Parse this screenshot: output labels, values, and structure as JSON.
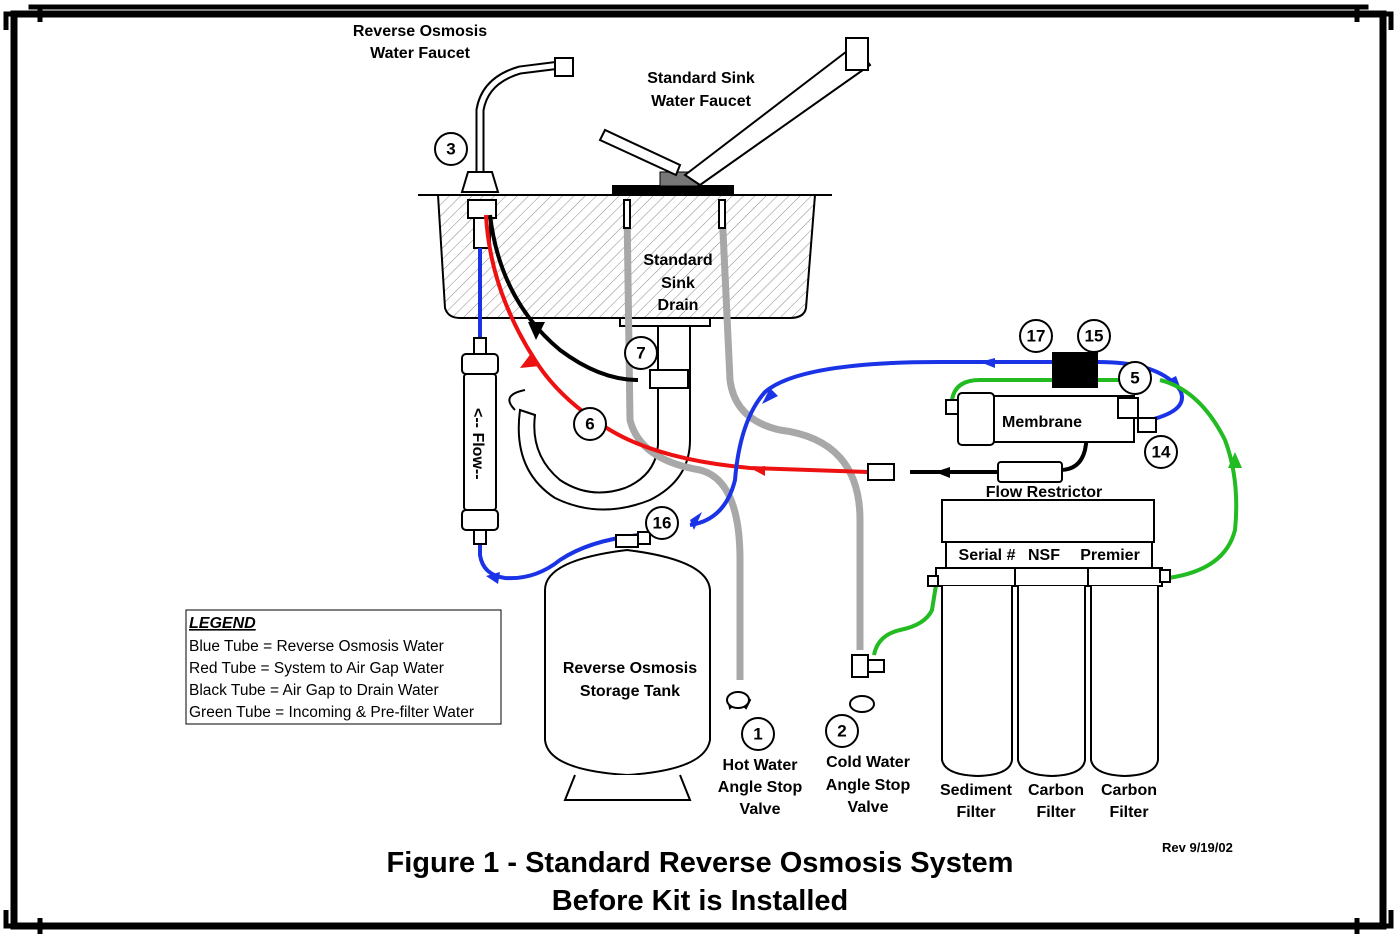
{
  "labels": {
    "ro_faucet_line1": "Reverse Osmosis",
    "ro_faucet_line2": "Water Faucet",
    "sink_faucet_line1": "Standard Sink",
    "sink_faucet_line2": "Water Faucet",
    "drain_line1": "Standard",
    "drain_line2": "Sink",
    "drain_line3": "Drain",
    "flow": "<-- Flow--",
    "membrane": "Membrane",
    "flow_restrictor": "Flow Restrictor",
    "filter_header": [
      "Serial #",
      "NSF",
      "Premier"
    ],
    "tank_line1": "Reverse Osmosis",
    "tank_line2": "Storage Tank",
    "hot_valve": [
      "Hot Water",
      "Angle Stop",
      "Valve"
    ],
    "cold_valve": [
      "Cold Water",
      "Angle Stop",
      "Valve"
    ],
    "sediment_filter": [
      "Sediment",
      "Filter"
    ],
    "carbon_filter_1": [
      "Carbon",
      "Filter"
    ],
    "carbon_filter_2": [
      "Carbon",
      "Filter"
    ]
  },
  "callouts": {
    "c1": "1",
    "c2": "2",
    "c3": "3",
    "c5": "5",
    "c6": "6",
    "c7": "7",
    "c14": "14",
    "c15": "15",
    "c16": "16",
    "c17": "17"
  },
  "legend": {
    "title": "LEGEND",
    "items": [
      "Blue Tube = Reverse Osmosis Water",
      "Red Tube = System to Air Gap Water",
      "Black Tube = Air Gap to Drain Water",
      "Green Tube = Incoming & Pre-filter Water"
    ]
  },
  "title": {
    "line1": "Figure 1 - Standard Reverse Osmosis System",
    "line2": "Before Kit is Installed"
  },
  "revision": "Rev 9/19/02",
  "colors": {
    "blue_tube": "#1a33e6",
    "red_tube": "#ee1111",
    "black_tube": "#000000",
    "green_tube": "#22bb22",
    "gray_tube": "#a8a8a8"
  }
}
